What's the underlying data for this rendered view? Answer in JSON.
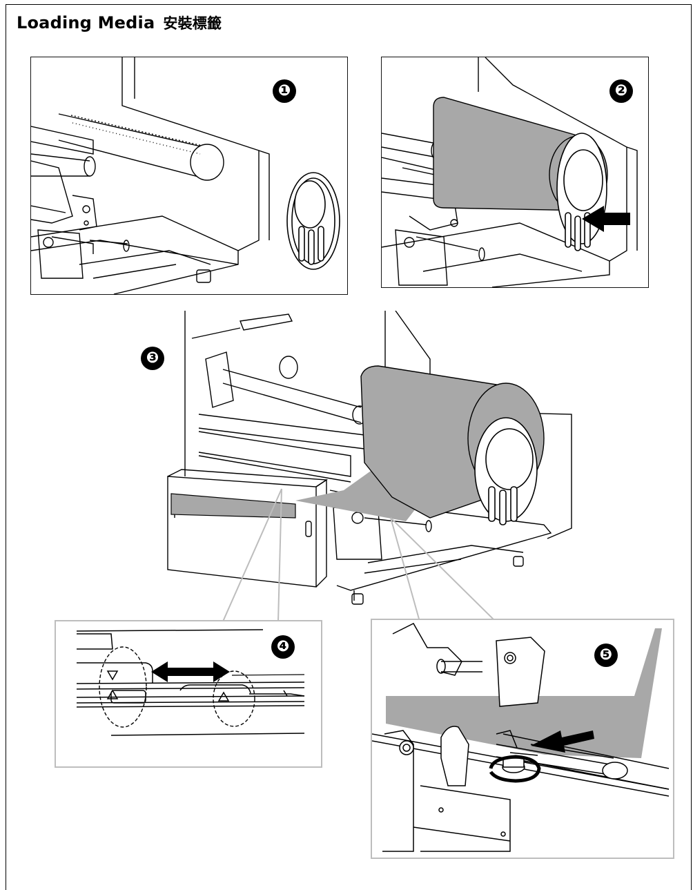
{
  "title": {
    "en": "Loading Media",
    "zh": "安裝標籤"
  },
  "steps": [
    {
      "label": "❶",
      "name": "spindle-with-guide-disc"
    },
    {
      "label": "❷",
      "name": "media-roll-on-spindle-push-guide"
    },
    {
      "label": "❸",
      "name": "feed-media-through-printer"
    },
    {
      "label": "❹",
      "name": "adjust-media-guides"
    },
    {
      "label": "❺",
      "name": "lock-media-guide-knob"
    }
  ],
  "colors": {
    "media": "#a8a8a8",
    "line": "#000000",
    "callout_border": "#bdbdbd"
  }
}
